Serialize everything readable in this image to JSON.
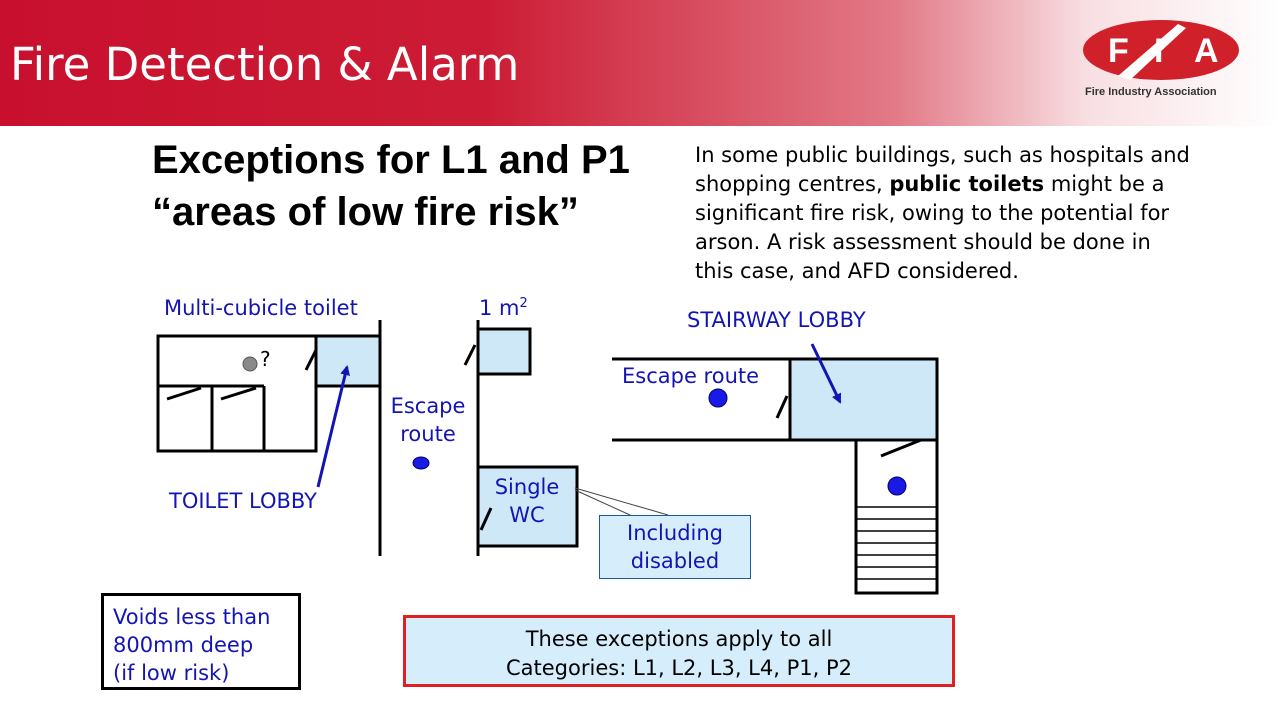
{
  "header": {
    "title": "Fire Detection & Alarm",
    "logo_letters": [
      "F",
      "I",
      "A"
    ],
    "logo_caption": "Fire Industry Association"
  },
  "heading": {
    "line1": "Exceptions for L1 and P1",
    "line2": "“areas of low fire risk”"
  },
  "note": {
    "before_bold": "In some public buildings, such as hospitals and shopping centres, ",
    "bold": "public toilets",
    "after_bold": " might be a significant fire risk, owing to the potential for arson. A risk assessment should be done in this case, and AFD considered."
  },
  "diagram": {
    "multi_cubicle_label": "Multi-cubicle toilet",
    "question_mark": "?",
    "toilet_lobby_label": "TOILET LOBBY",
    "escape_route_1_line1": "Escape",
    "escape_route_1_line2": "route",
    "one_m2_label": "1 m",
    "one_m2_sup": "2",
    "single_wc_line1": "Single",
    "single_wc_line2": "WC",
    "including_line1": "Including",
    "including_line2": "disabled",
    "stairway_lobby_label": "STAIRWAY LOBBY",
    "escape_route_2": "Escape route"
  },
  "voids_box": {
    "line1": "Voids less than",
    "line2": "800mm deep",
    "line3": "(if low risk)"
  },
  "apply_box": {
    "line1": "These exceptions apply to all",
    "line2": "Categories: L1, L2, L3, L4, P1, P2"
  },
  "colors": {
    "banner_red": "#c8102e",
    "label_blue": "#1414b4",
    "room_fill": "#cfe8f7",
    "detector_blue": "#1a1ae6",
    "apply_border": "#e02020"
  }
}
